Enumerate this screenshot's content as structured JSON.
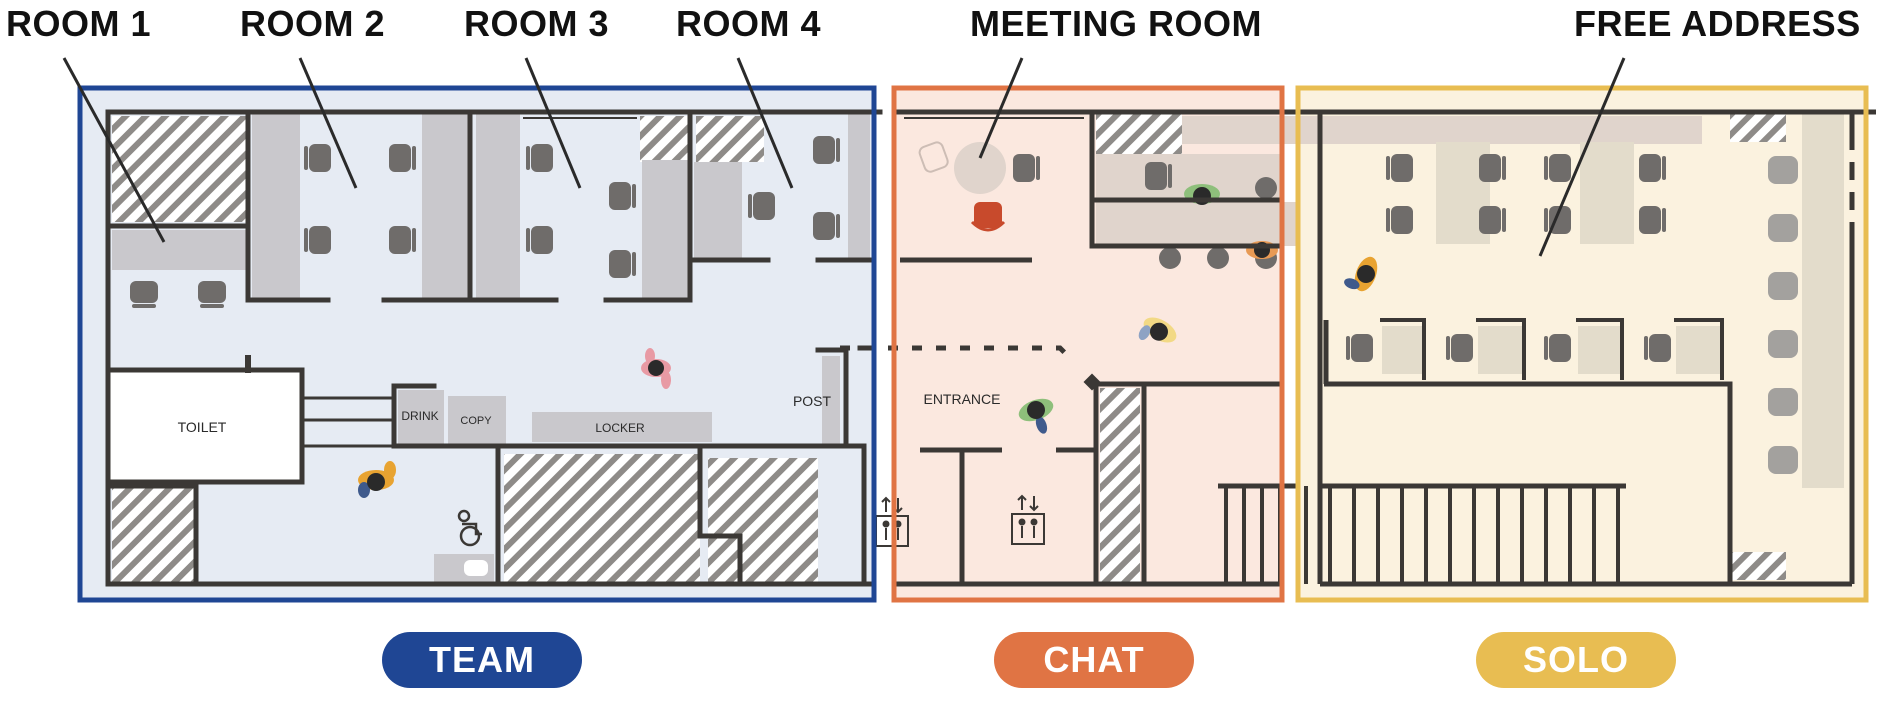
{
  "callouts": {
    "room1": "ROOM 1",
    "room2": "ROOM 2",
    "room3": "ROOM 3",
    "room4": "ROOM 4",
    "meeting_room": "MEETING ROOM",
    "free_address": "FREE ADDRESS"
  },
  "zones": {
    "team": "TEAM",
    "chat": "CHAT",
    "solo": "SOLO"
  },
  "room_labels": {
    "toilet": "TOILET",
    "drink": "DRINK",
    "copy": "COPY",
    "locker": "LOCKER",
    "post": "POST",
    "entrance": "ENTRANCE"
  },
  "colors": {
    "team": "#1f4694",
    "chat": "#e07444",
    "solo": "#e8bd52",
    "team_fill": "#e6ebf3",
    "chat_fill": "#fbe8df",
    "solo_fill": "#fbf2df",
    "wall": "#3b3835"
  }
}
